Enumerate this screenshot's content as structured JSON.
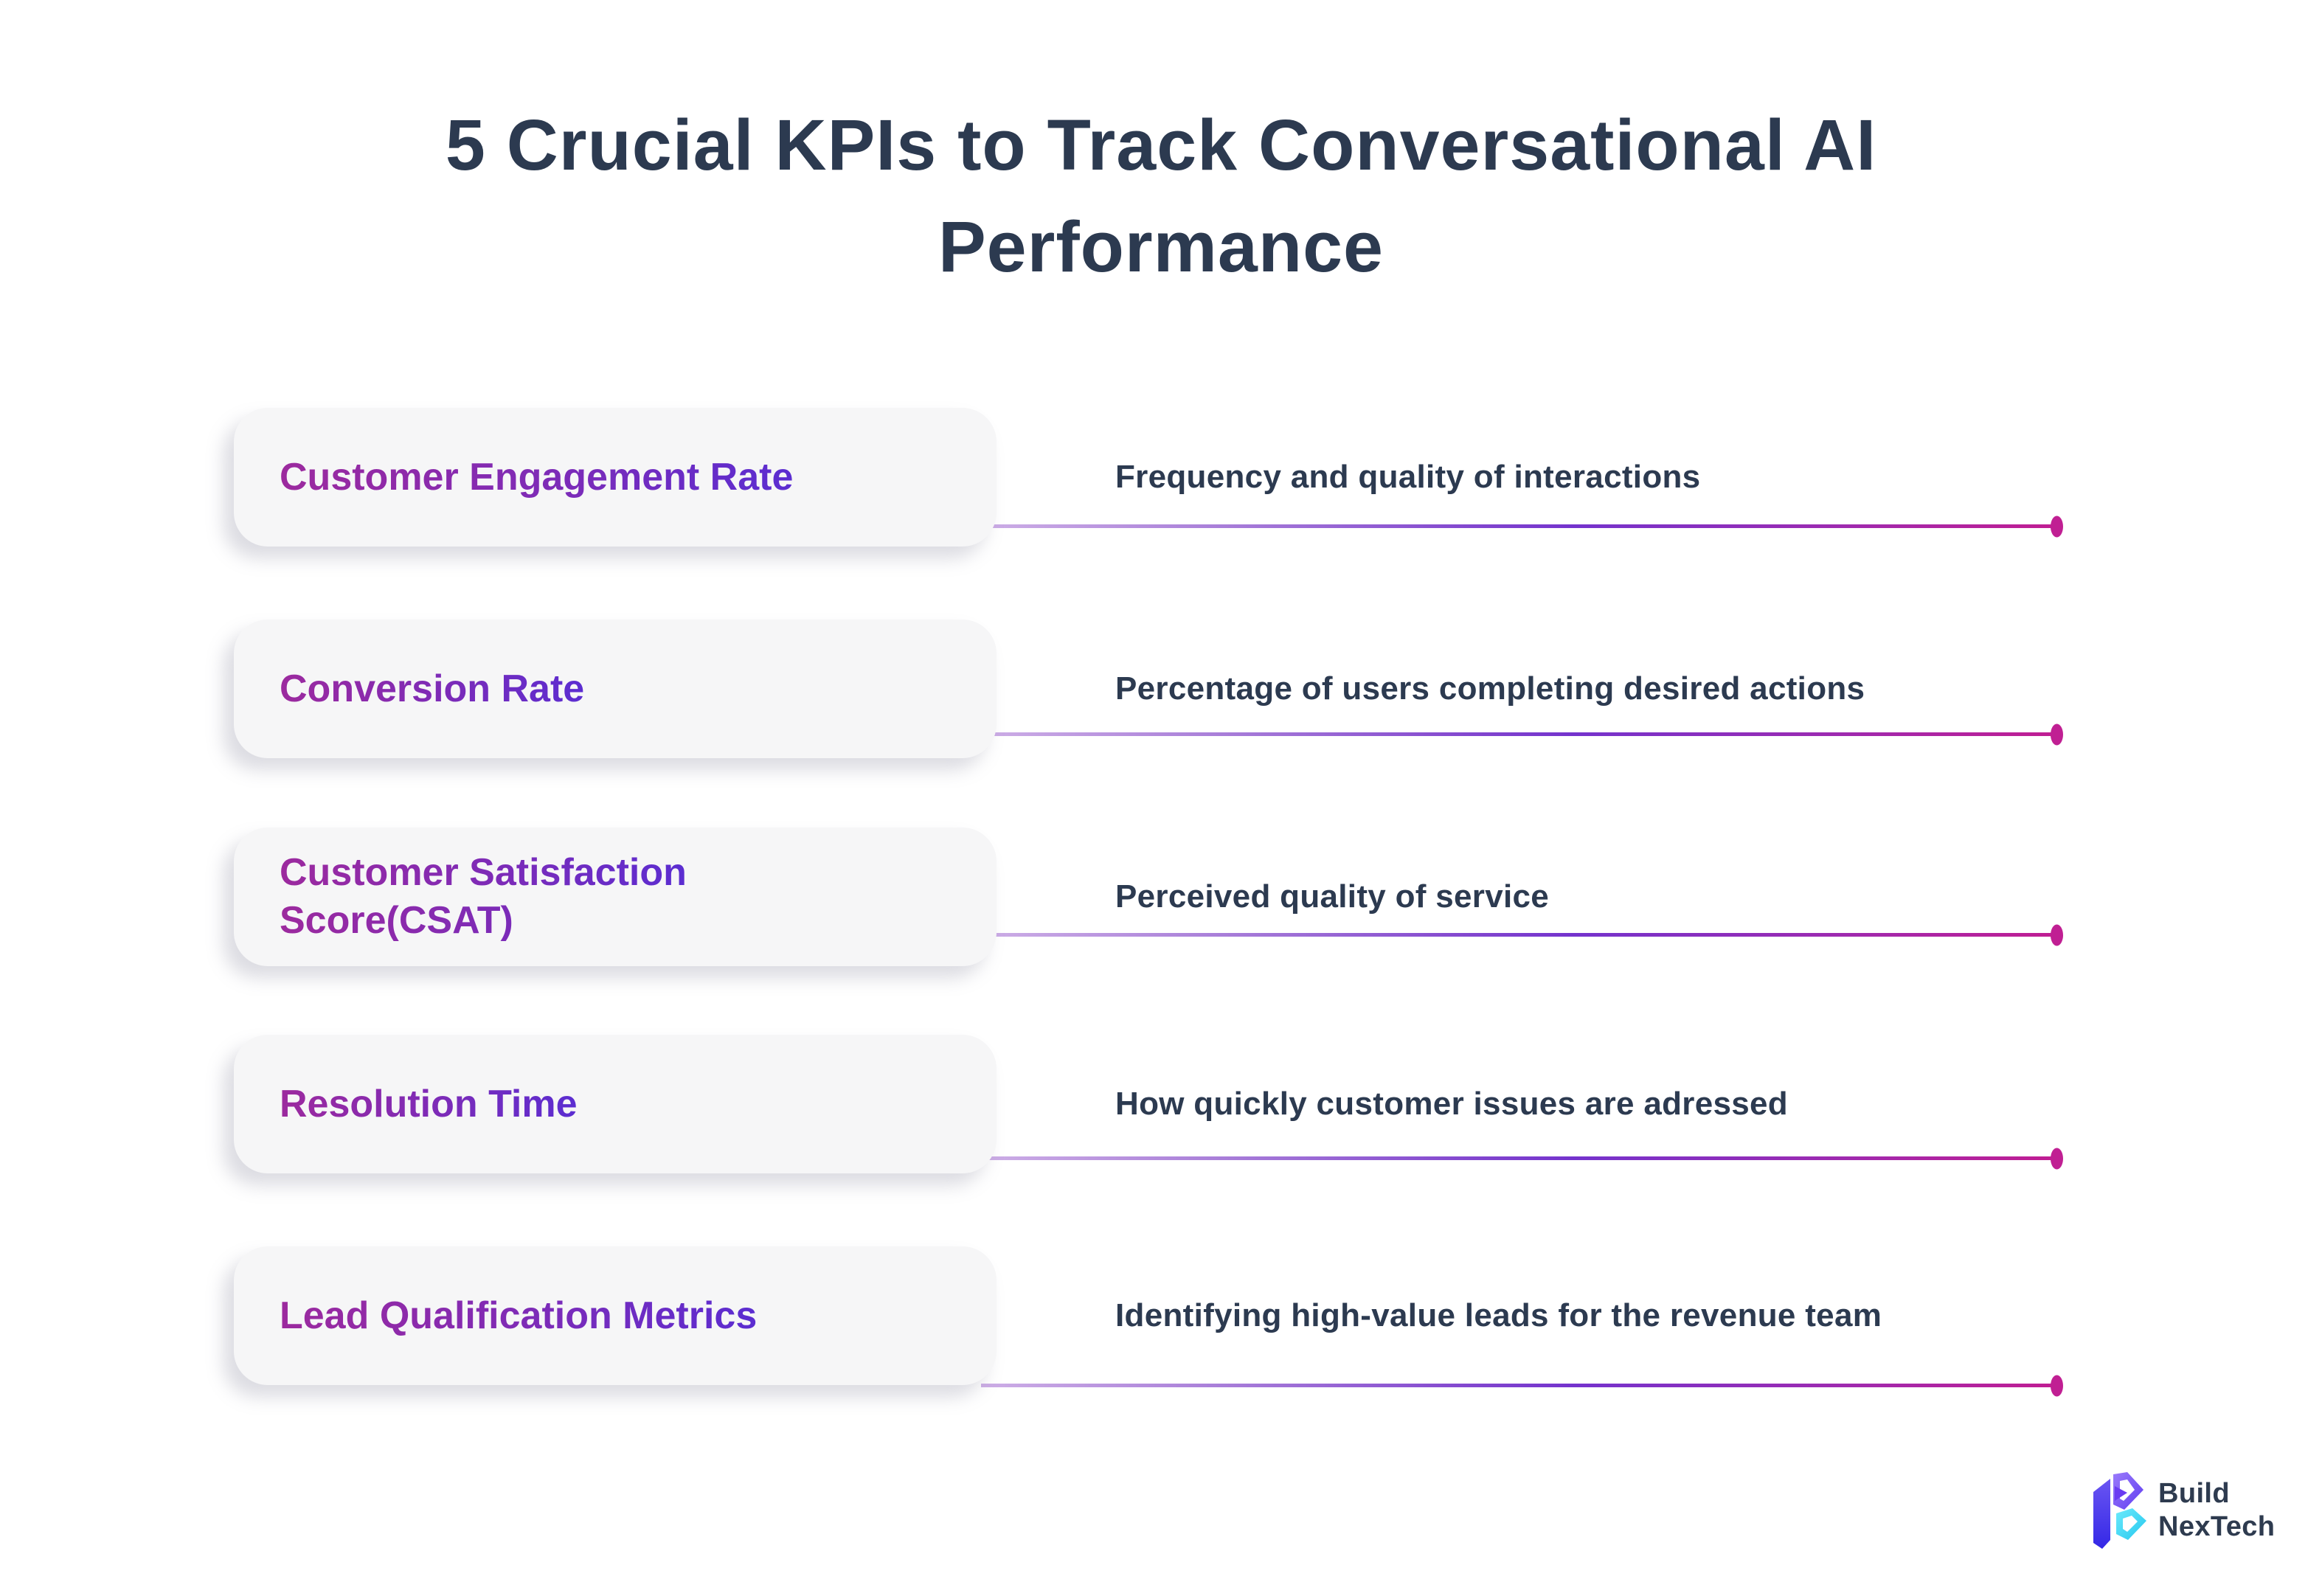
{
  "title": "5 Crucial KPIs to Track Conversational AI Performance",
  "kpis": [
    {
      "label": "Customer Engagement Rate",
      "description": "Frequency and quality of interactions"
    },
    {
      "label": "Conversion Rate",
      "description": "Percentage of users completing desired actions"
    },
    {
      "label": "Customer Satisfaction\nScore(CSAT)",
      "description": "Perceived quality of service"
    },
    {
      "label": "Resolution Time",
      "description": "How quickly customer issues are adressed"
    },
    {
      "label": "Lead Qualification Metrics",
      "description": "Identifying high-value leads for the revenue team"
    }
  ],
  "logo": {
    "brand_line1": "Build",
    "brand_line2": "NexTech",
    "icon": "build-nextech-hexagon-b-icon"
  },
  "colors": {
    "title_text": "#2c3a50",
    "description_text": "#2c3a50",
    "card_background": "#f6f6f7",
    "card_label_gradient_start": "#9c2a9e",
    "card_label_gradient_end": "#5b2dd1",
    "connector_gradient_start": "#cdaee6",
    "connector_gradient_mid": "#7433cd",
    "connector_gradient_end": "#c11d92",
    "connector_dot": "#c01f93",
    "logo_indigo": "#3b2bea",
    "logo_purple": "#6c49f5",
    "logo_cyan": "#23c7ee",
    "logo_text": "#2e3b4f"
  }
}
